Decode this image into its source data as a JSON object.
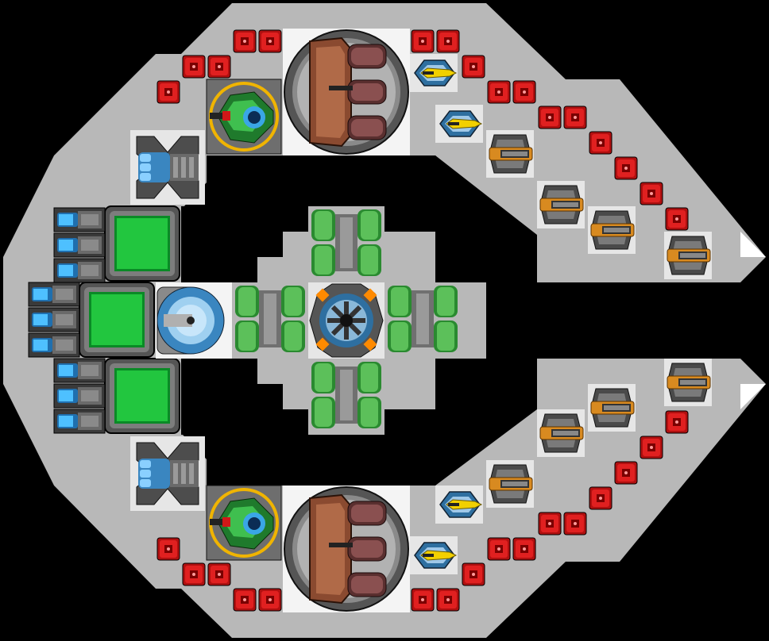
{
  "scene": {
    "description_visible_text": "",
    "colors": {
      "background": "#000000",
      "hull_gray": "#b8b8b8",
      "hull_dark": "#8c8c8c",
      "armor_red": "#d01818",
      "reactor_green": "#20c040",
      "thruster_blue": "#3aa6e6",
      "laser_yellow": "#f2d000",
      "turret_orange": "#d88a20",
      "brown_hull": "#8a4a30"
    },
    "modules": {
      "armor_blocks": "armor-block",
      "reactors": "reactor-core",
      "thrusters": "thruster",
      "laser_turrets": "laser-turret",
      "cannons": "cannon-turret",
      "hangars": "hangar-bay",
      "tanks": "fuel-tank"
    }
  }
}
